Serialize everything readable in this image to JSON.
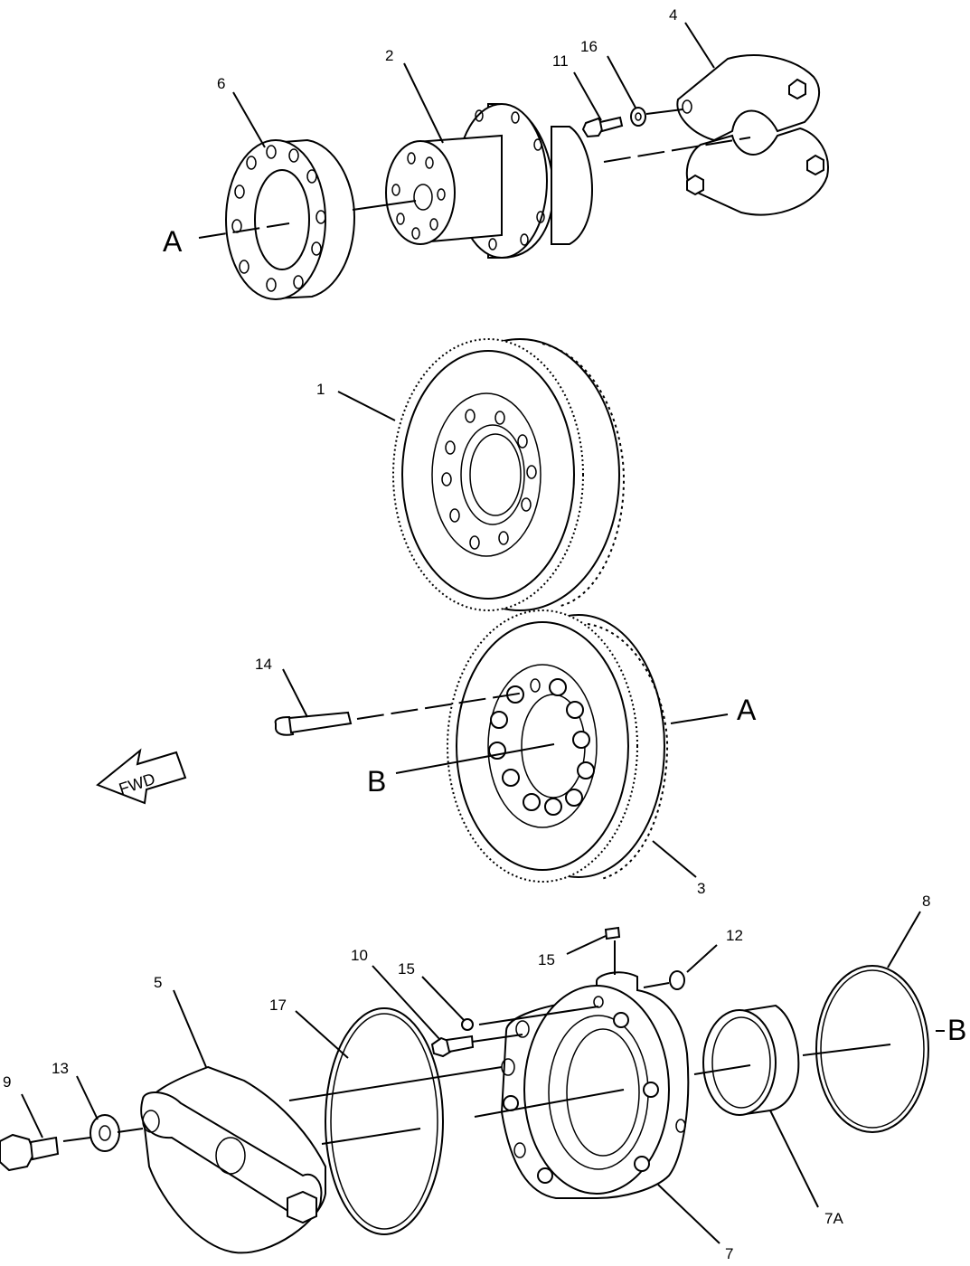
{
  "callouts": {
    "c1": "1",
    "c2": "2",
    "c3": "3",
    "c4": "4",
    "c5": "5",
    "c6": "6",
    "c7": "7",
    "c7a": "7A",
    "c8": "8",
    "c9": "9",
    "c10": "10",
    "c11": "11",
    "c12": "12",
    "c13": "13",
    "c14": "14",
    "c15a": "15",
    "c15b": "15",
    "c16": "16",
    "c17": "17"
  },
  "refs": {
    "a_top": "A",
    "a_right": "A",
    "b_mid": "B",
    "b_right": "B"
  },
  "fwd_label": "FWD"
}
